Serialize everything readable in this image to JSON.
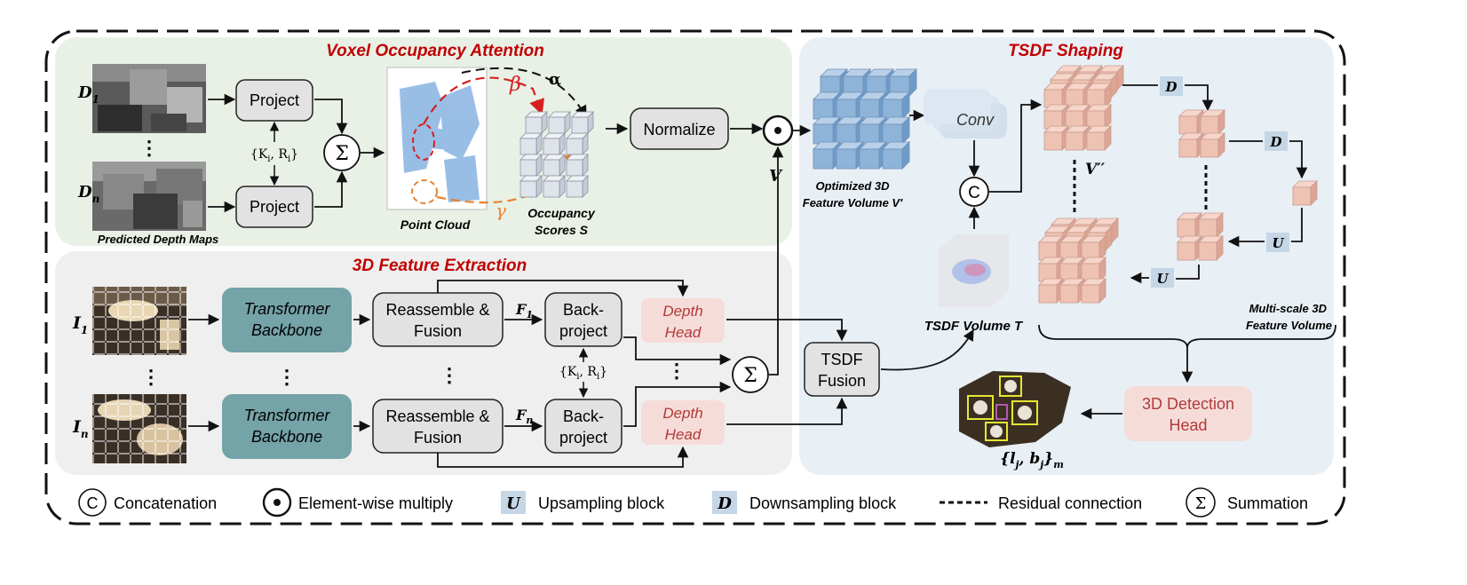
{
  "sections": {
    "voa_title": "Voxel Occupancy Attention",
    "fe_title": "3D Feature Extraction",
    "tsdf_title": "TSDF Shaping"
  },
  "voa": {
    "d1": "D",
    "d1_sub": "1",
    "dn": "D",
    "dn_sub": "n",
    "dots": "⋮",
    "project_top": "Project",
    "project_bottom": "Project",
    "kr": "{K",
    "kr_i": "i",
    "kr_mid": ", R",
    "kr_end": "}",
    "depth_maps_caption": "Predicted Depth Maps",
    "point_cloud_caption": "Point Cloud",
    "beta": "β",
    "alpha": "α",
    "gamma": "γ",
    "occupancy_caption_1": "Occupancy",
    "occupancy_caption_2": "Scores S",
    "normalize": "Normalize",
    "v_label": "V"
  },
  "fe": {
    "i1": "I",
    "i1_sub": "1",
    "in": "I",
    "in_sub": "n",
    "backbone_1a": "Transformer",
    "backbone_1b": "Backbone",
    "backbone_2a": "Transformer",
    "backbone_2b": "Backbone",
    "reassemble_1a": "Reassemble &",
    "reassemble_1b": "Fusion",
    "reassemble_2a": "Reassemble &",
    "reassemble_2b": "Fusion",
    "f1": "F",
    "f1_sub": "1",
    "fn": "F",
    "fn_sub": "n",
    "backproject_1a": "Back-",
    "backproject_1b": "project",
    "backproject_2a": "Back-",
    "backproject_2b": "project",
    "depth_head_1a": "Depth",
    "depth_head_1b": "Head",
    "depth_head_2a": "Depth",
    "depth_head_2b": "Head",
    "tsdf_fusion_a": "TSDF",
    "tsdf_fusion_b": "Fusion"
  },
  "tsdf": {
    "conv": "Conv",
    "optimized_1": "Optimized 3D",
    "optimized_2": "Feature Volume V′",
    "v_double_prime": "V′′",
    "d_block": "D",
    "u_block": "U",
    "concat_symbol": "C",
    "tsdf_volume": "TSDF Volume T",
    "multiscale_1": "Multi-scale 3D",
    "multiscale_2": "Feature Volume",
    "detection_a": "3D Detection",
    "detection_b": "Head",
    "output": "{l",
    "output_j1": "j",
    "output_mid": ", b",
    "output_j2": "j",
    "output_end": "}",
    "output_m": "m"
  },
  "legend": {
    "concat": "Concatenation",
    "multiply": "Element-wise multiply",
    "up_symbol": "U",
    "up": "Upsampling block",
    "down_symbol": "D",
    "down": "Downsampling block",
    "residual": "Residual connection",
    "sum": "Summation",
    "sigma": "Σ"
  },
  "colors": {
    "voa_bg": "#e9f1e6",
    "fe_bg": "#efefef",
    "tsdf_bg": "#e8eff5",
    "title_red": "#c00000",
    "teal": "#74a3a8",
    "pink": "#f6dcd9",
    "gray_box": "#e2e2e2",
    "cube_blue": "#8fb4d9",
    "cube_pink": "#efc3b4",
    "ud_block": "#c5d6e6"
  }
}
